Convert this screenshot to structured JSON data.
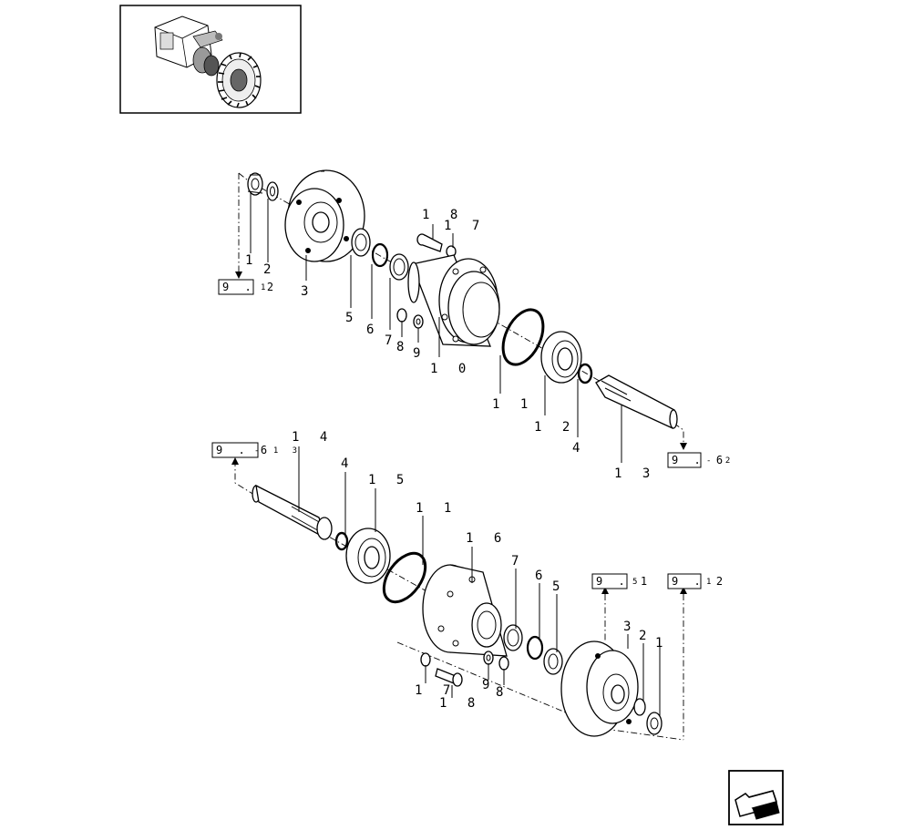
{
  "thumbnail": {
    "icon": "tractor-axle-thumbnail-icon"
  },
  "nav": {
    "icon": "next-page-arrow-icon"
  },
  "refs": {
    "r1": {
      "main": "9 . 2",
      "tail": "1"
    },
    "r2": {
      "main": "9 . 6",
      "tail": "- 1 3"
    },
    "r3": {
      "main": "9 . 6",
      "tail": "- 2"
    },
    "r4": {
      "main": "9 . 1",
      "tail": "5"
    },
    "r5": {
      "main": "9 . 2",
      "tail": "1"
    }
  },
  "labels": {
    "a1": "1",
    "a2": "2",
    "a3": "3",
    "a5": "5",
    "a6": "6",
    "a7": "7",
    "a8": "8",
    "a9": "9",
    "a10": "1 0",
    "a11": "1 1",
    "a12": "1 2",
    "a4": "4",
    "a13": "1 3",
    "a18": "1 8",
    "a17": "1 7",
    "b14": "1 4",
    "b4": "4",
    "b15": "1 5",
    "b11": "1 1",
    "b16": "1 6",
    "b7": "7",
    "b6": "6",
    "b5": "5",
    "b3": "3",
    "b2": "2",
    "b1": "1",
    "b9": "9",
    "b8": "8",
    "b17": "1 7",
    "b18": "1 8"
  }
}
